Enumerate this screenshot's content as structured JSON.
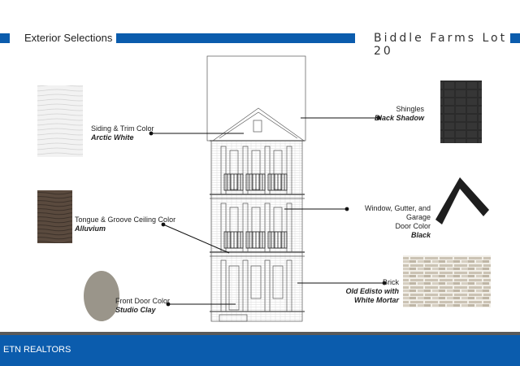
{
  "header": {
    "title": "Exterior Selections",
    "project": "Biddle Farms Lot 20"
  },
  "selections": {
    "siding": {
      "label": "Siding & Trim Color",
      "value": "Arctic White"
    },
    "tongue": {
      "label": "Tongue & Groove Ceiling Color",
      "value": "Alluvium"
    },
    "door": {
      "label": "Front Door Color",
      "value": "Studio Clay"
    },
    "shingles": {
      "label": "Shingles",
      "value": "Black Shadow"
    },
    "window": {
      "label_line1": "Window, Gutter, and Garage",
      "label_line2": "Door Color",
      "value": "Black"
    },
    "brick": {
      "label": "Brick",
      "value_line1": "Old Edisto with",
      "value_line2": "White Mortar"
    }
  },
  "footer": {
    "brand": "ETN REALTORS"
  },
  "colors": {
    "brand_blue": "#0b5cad",
    "arctic_white": "#eeeeee",
    "alluvium": "#5a4a3e",
    "studio_clay": "#9a958a",
    "black_shadow": "#2a2a2a",
    "brick_old_edisto": "#cfc8bb"
  }
}
